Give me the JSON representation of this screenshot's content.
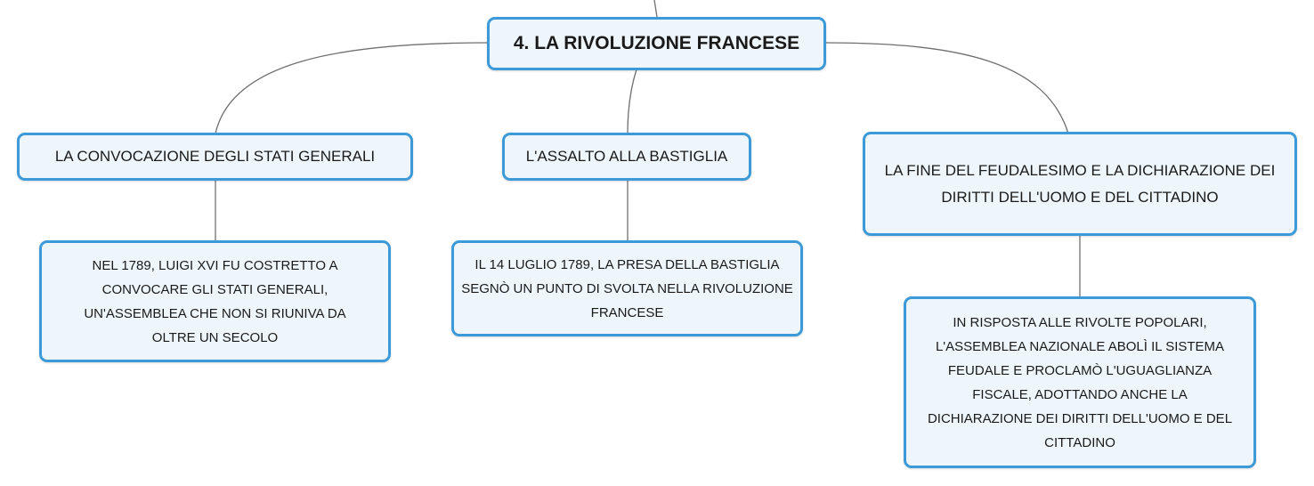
{
  "map": {
    "root": {
      "label": "4. LA RIVOLUZIONE FRANCESE"
    },
    "topics": [
      {
        "label": "LA CONVOCAZIONE DEGLI STATI GENERALI",
        "detail": "NEL 1789, LUIGI XVI FU COSTRETTO A CONVOCARE GLI STATI GENERALI, UN'ASSEMBLEA CHE NON SI RIUNIVA DA OLTRE UN SECOLO"
      },
      {
        "label": "L'ASSALTO ALLA BASTIGLIA",
        "detail": "IL 14 LUGLIO 1789, LA PRESA DELLA BASTIGLIA SEGNÒ UN PUNTO DI SVOLTA NELLA RIVOLUZIONE FRANCESE"
      },
      {
        "label": "LA FINE DEL FEUDALESIMO E LA DICHIARAZIONE DEI DIRITTI DELL'UOMO E DEL CITTADINO",
        "detail": "IN RISPOSTA ALLE RIVOLTE POPOLARI, L'ASSEMBLEA NAZIONALE ABOLÌ IL SISTEMA FEUDALE E PROCLAMÒ L'UGUAGLIANZA FISCALE, ADOTTANDO ANCHE LA DICHIARAZIONE DEI DIRITTI DELL'UOMO E DEL CITTADINO"
      }
    ]
  },
  "colors": {
    "node_border": "#3c9ad8",
    "node_fill": "#eef6fc",
    "connector": "#6f6f6f"
  }
}
